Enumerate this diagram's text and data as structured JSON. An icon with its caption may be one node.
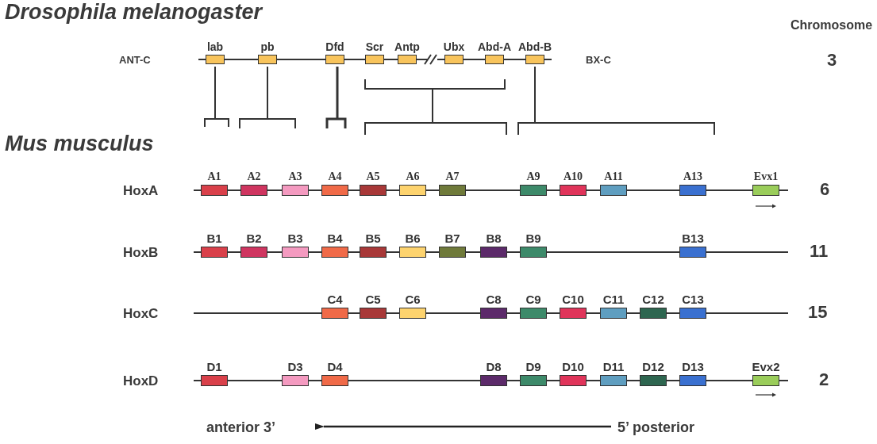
{
  "diagram": {
    "nodes": [
      {
        "text": [
          "lab"
        ]
      },
      {
        "text": [
          "pb"
        ]
      },
      {
        "text": [
          "Dfd"
        ]
      },
      {
        "text": [
          "Scr"
        ]
      },
      {
        "text": [
          "Antp"
        ]
      },
      {
        "text": [
          "Ubx"
        ]
      },
      {
        "text": [
          "Abd-A"
        ]
      },
      {
        "text": [
          "Abd-B"
        ]
      },
      {
        "text": [
          "A1"
        ]
      },
      {
        "text": [
          "A2"
        ]
      },
      {
        "text": [
          "A3"
        ]
      },
      {
        "text": [
          "A4"
        ]
      },
      {
        "text": [
          "A5"
        ]
      },
      {
        "text": [
          "A6"
        ]
      },
      {
        "text": [
          "A7"
        ]
      },
      {
        "text": [
          "A9"
        ]
      },
      {
        "text": [
          "A10"
        ]
      },
      {
        "text": [
          "A11"
        ]
      },
      {
        "text": [
          "A13"
        ]
      },
      {
        "text": [
          "Evx1"
        ]
      },
      {
        "text": [
          "B1"
        ]
      },
      {
        "text": [
          "B2"
        ]
      },
      {
        "text": [
          "B3"
        ]
      },
      {
        "text": [
          "B4"
        ]
      },
      {
        "text": [
          "B5"
        ]
      },
      {
        "text": [
          "B6"
        ]
      },
      {
        "text": [
          "B7"
        ]
      },
      {
        "text": [
          "B8"
        ]
      },
      {
        "text": [
          "B9"
        ]
      },
      {
        "text": [
          "B13"
        ]
      },
      {
        "text": [
          "C4"
        ]
      },
      {
        "text": [
          "C5"
        ]
      },
      {
        "text": [
          "C6"
        ]
      },
      {
        "text": [
          "C8"
        ]
      },
      {
        "text": [
          "C9"
        ]
      },
      {
        "text": [
          "C10"
        ]
      },
      {
        "text": [
          "C11"
        ]
      },
      {
        "text": [
          "C12"
        ]
      },
      {
        "text": [
          "C13"
        ]
      },
      {
        "text": [
          "D1"
        ]
      },
      {
        "text": [
          "D3"
        ]
      },
      {
        "text": [
          "D4"
        ]
      },
      {
        "text": [
          "D8"
        ]
      },
      {
        "text": [
          "D9"
        ]
      },
      {
        "text": [
          "D10"
        ]
      },
      {
        "text": [
          "D11"
        ]
      },
      {
        "text": [
          "D12"
        ]
      },
      {
        "text": [
          "D13"
        ]
      },
      {
        "text": [
          "Evx2"
        ]
      }
    ],
    "labels": [
      "Drosophila melanogaster",
      "Chromosome",
      "ANT-C",
      "BX-C",
      "3",
      "Mus musculus",
      "HoxA",
      "6",
      "HoxB",
      "11",
      "HoxC",
      "15",
      "HoxD",
      "2",
      "anterior 3’",
      "5’ posterior"
    ]
  }
}
